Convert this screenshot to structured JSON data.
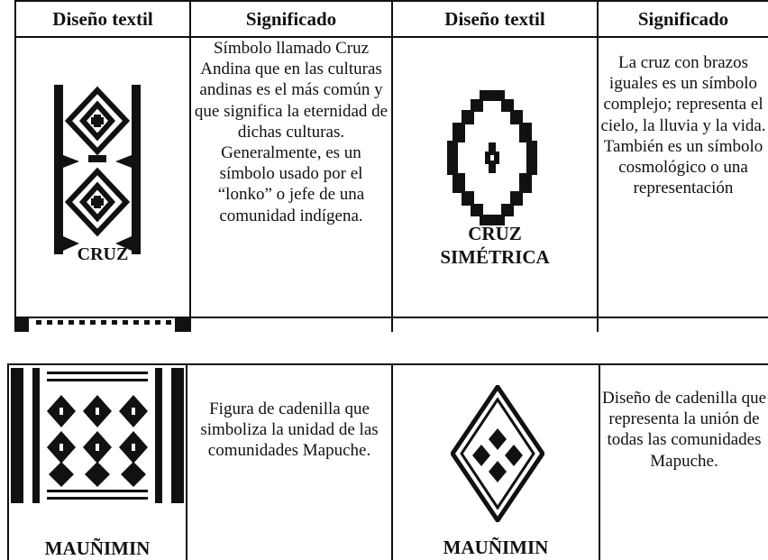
{
  "table": {
    "headers": [
      "Diseño textil",
      "Significado",
      "Diseño textil",
      "Significado"
    ],
    "rows": [
      {
        "design1_label": "CRUZ",
        "meaning1": "Símbolo llamado Cruz Andina que en las culturas andinas es el más común y que significa la eternidad de dichas culturas. Generalmente, es un símbolo usado por el “lonko” o jefe de una comunidad indígena.",
        "design2_label_line1": "CRUZ",
        "design2_label_line2": "SIMÉTRICA",
        "meaning2": "La cruz con brazos iguales es un símbolo complejo; representa el cielo, la lluvia y la vida. También es un símbolo cosmológico o una representación"
      },
      {
        "design1_label": "MAUÑIMIN",
        "meaning1": "Figura de cadenilla que simboliza la unidad de las comunidades Mapuche.",
        "design2_label": "MAUÑIMIN",
        "meaning2": "Diseño de cadenilla que representa la unión de todas las comunidades Mapuche."
      }
    ]
  }
}
